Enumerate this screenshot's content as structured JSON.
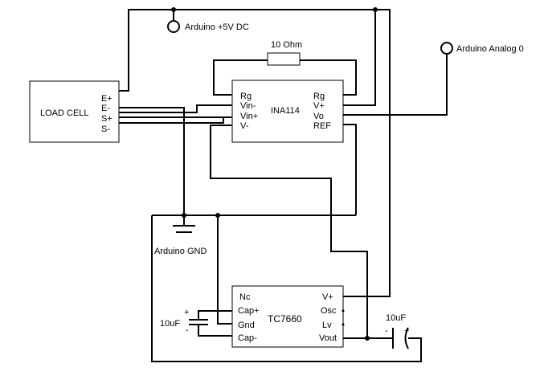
{
  "load_cell": {
    "title": "LOAD CELL",
    "pins": [
      "E+",
      "E-",
      "S+",
      "S-"
    ]
  },
  "ina114": {
    "title": "INA114",
    "left_pins": [
      "Rg",
      "Vin-",
      "Vin+",
      "V-"
    ],
    "right_pins": [
      "Rg",
      "V+",
      "Vo",
      "REF"
    ]
  },
  "tc7660": {
    "title": "TC7660",
    "left_pins": [
      "Nc",
      "Cap+",
      "Gnd",
      "Cap-"
    ],
    "right_pins": [
      "V+",
      "Osc",
      "Lv",
      "Vout"
    ]
  },
  "resistor": {
    "label": "10 Ohm"
  },
  "cap_left": {
    "label": "10uF",
    "plus": "+",
    "minus": "-"
  },
  "cap_right": {
    "label": "10uF",
    "plus": "+",
    "minus": "-"
  },
  "terminals": {
    "vcc": "Arduino +5V DC",
    "analog": "Arduino Analog 0",
    "gnd": "Arduino GND"
  }
}
